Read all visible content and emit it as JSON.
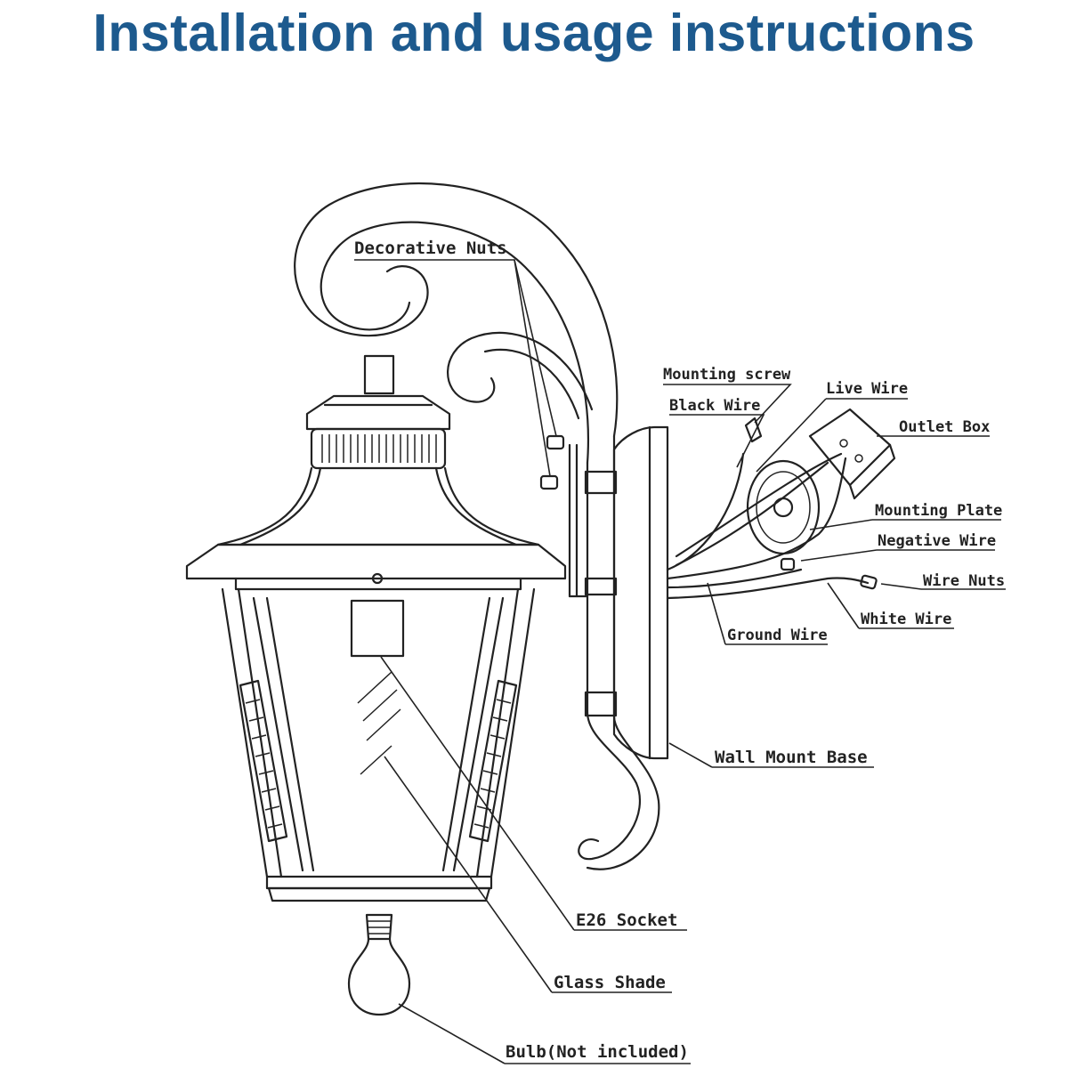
{
  "title": "Installation and usage instructions",
  "colors": {
    "title": "#1d5a8e",
    "ink": "#222222",
    "background": "#ffffff"
  },
  "labels": {
    "decorative_nuts": "Decorative Nuts",
    "mounting_screw": "Mounting screw",
    "black_wire": "Black Wire",
    "live_wire": "Live Wire",
    "outlet_box": "Outlet Box",
    "mounting_plate": "Mounting Plate",
    "negative_wire": "Negative Wire",
    "wire_nuts": "Wire Nuts",
    "white_wire": "White Wire",
    "ground_wire": "Ground Wire",
    "wall_mount_base": "Wall Mount Base",
    "e26_socket": "E26 Socket",
    "glass_shade": "Glass Shade",
    "bulb": "Bulb(Not included)"
  }
}
